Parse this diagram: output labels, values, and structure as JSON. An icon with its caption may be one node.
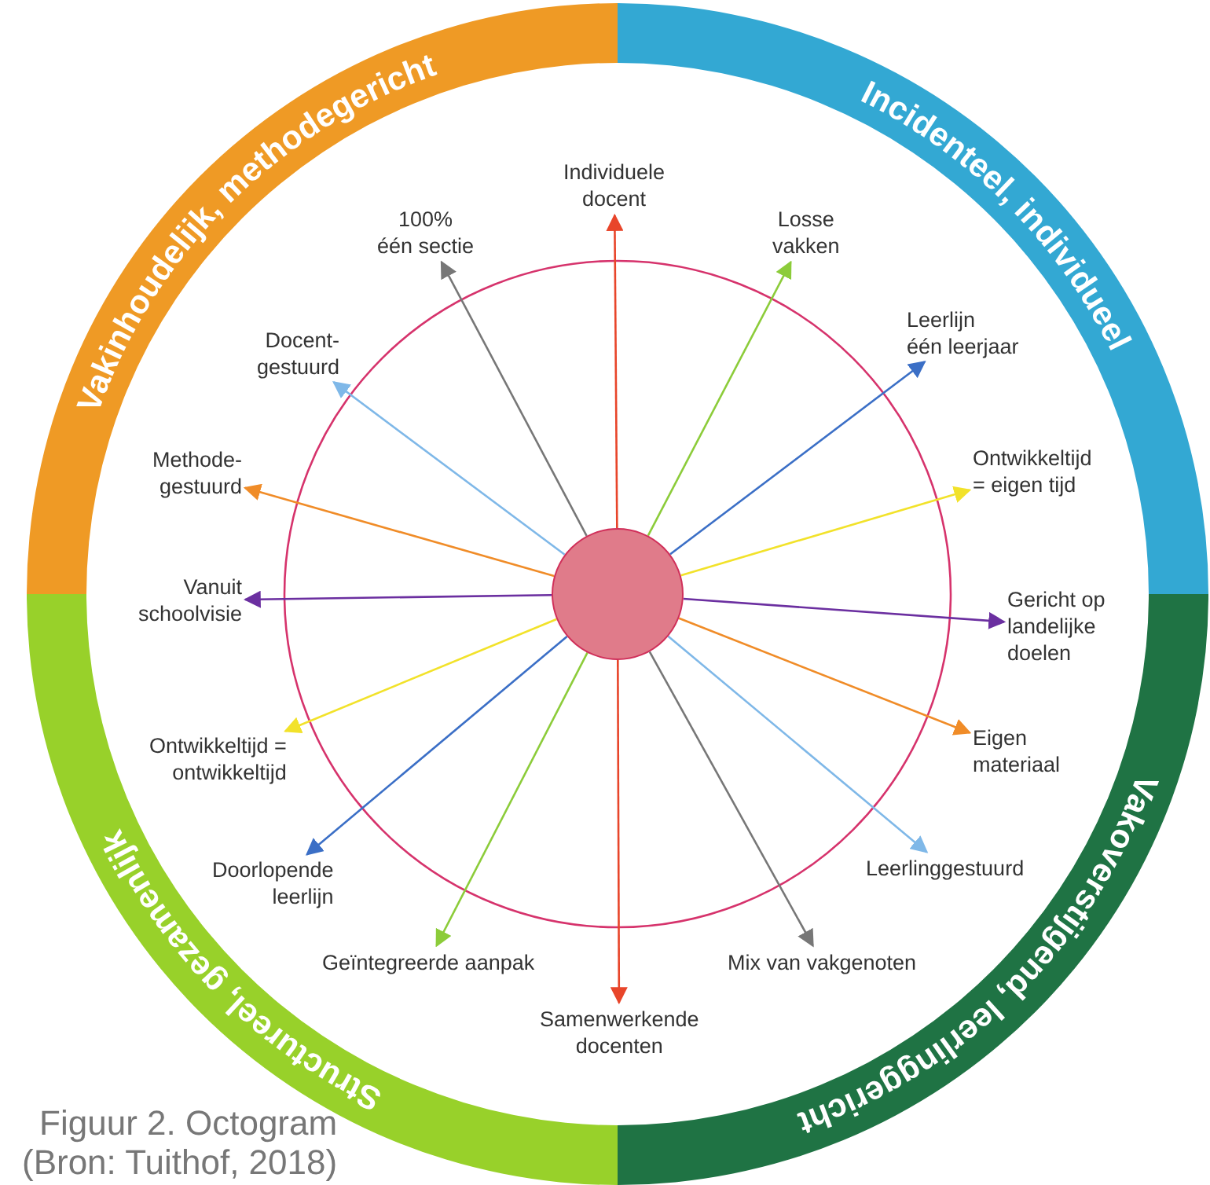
{
  "diagram": {
    "caption": "Figuur 2. Octogram (Bron: Tuithof, 2018)",
    "nodes": [
      {
        "text": [
          "Vakinhoudelijk, methodegericht"
        ]
      },
      {
        "text": [
          "Incidenteel, individueel"
        ]
      },
      {
        "text": [
          "Vakoverstijgend, leerlinggericht"
        ]
      },
      {
        "text": [
          "Structureel, gezamenlijk"
        ]
      },
      {
        "text": [],
        "shape": "circle"
      },
      {
        "text": [
          "Individuele docent"
        ]
      },
      {
        "text": [
          "Losse vakken"
        ]
      },
      {
        "text": [
          "Leerlijn één leerjaar"
        ]
      },
      {
        "text": [
          "Ontwikkeltijd = eigen tijd"
        ]
      },
      {
        "text": [
          "Gericht op landelijke doelen"
        ]
      },
      {
        "text": [
          "Eigen materiaal"
        ]
      },
      {
        "text": [
          "Leerlinggestuurd"
        ]
      },
      {
        "text": [
          "Mix van vakgenoten"
        ]
      },
      {
        "text": [
          "Samenwerkende docenten"
        ]
      },
      {
        "text": [
          "Geïntegreerde aanpak"
        ]
      },
      {
        "text": [
          "Doorlopende leerlijn"
        ]
      },
      {
        "text": [
          "Ontwikkeltijd = ontwikkeltijd"
        ]
      },
      {
        "text": [
          "Vanuit schoolvisie"
        ]
      },
      {
        "text": [
          "Methode-gestuurd"
        ]
      },
      {
        "text": [
          "Docent-gestuurd"
        ]
      },
      {
        "text": [
          "100% één sectie"
        ]
      }
    ],
    "edges": [
      {
        "from": 4,
        "to": 5,
        "arrow": "to",
        "color": "#e8452a"
      },
      {
        "from": 4,
        "to": 6,
        "arrow": "to",
        "color": "#8ccc3a"
      },
      {
        "from": 4,
        "to": 7,
        "arrow": "to",
        "color": "#3b6fc6"
      },
      {
        "from": 4,
        "to": 8,
        "arrow": "to",
        "color": "#f2e22a"
      },
      {
        "from": 4,
        "to": 9,
        "arrow": "to",
        "color": "#6b2fa0"
      },
      {
        "from": 4,
        "to": 10,
        "arrow": "to",
        "color": "#f08c28"
      },
      {
        "from": 4,
        "to": 11,
        "arrow": "to",
        "color": "#7fb8e8"
      },
      {
        "from": 4,
        "to": 12,
        "arrow": "to",
        "color": "#777777"
      },
      {
        "from": 4,
        "to": 13,
        "arrow": "to",
        "color": "#e8452a"
      },
      {
        "from": 4,
        "to": 14,
        "arrow": "to",
        "color": "#8ccc3a"
      },
      {
        "from": 4,
        "to": 15,
        "arrow": "to",
        "color": "#3b6fc6"
      },
      {
        "from": 4,
        "to": 16,
        "arrow": "to",
        "color": "#f2e22a"
      },
      {
        "from": 4,
        "to": 17,
        "arrow": "to",
        "color": "#6b2fa0"
      },
      {
        "from": 4,
        "to": 18,
        "arrow": "to",
        "color": "#f08c28"
      },
      {
        "from": 4,
        "to": 19,
        "arrow": "to",
        "color": "#7fb8e8"
      },
      {
        "from": 4,
        "to": 20,
        "arrow": "to",
        "color": "#777777"
      }
    ]
  }
}
